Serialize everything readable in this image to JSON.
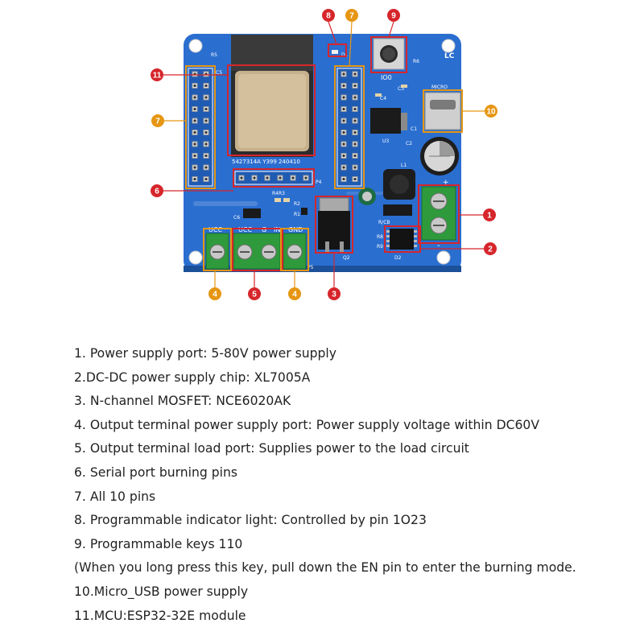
{
  "board": {
    "silkscreen": {
      "module_text": "5427314A Y399 240410",
      "ucc_left": "UCC",
      "ucc": "UCC",
      "g": "G",
      "in": "IN",
      "gnd": "GND",
      "io0": "IO0",
      "lc": "LC",
      "l1": "L1",
      "micro": "MICRO",
      "plus": "+",
      "minus": "-",
      "r5": "R5",
      "c5": "C5",
      "r6": "R6",
      "c3": "C3",
      "c4": "C4",
      "c1": "C1",
      "c2": "C2",
      "u3": "U3",
      "q2": "Q2",
      "p5": "P5",
      "r1": "R1",
      "r2": "R2",
      "r3": "R3",
      "r4": "R4",
      "d1": "D1",
      "c6": "C6",
      "r8": "R8",
      "r9": "R9",
      "d2": "D2",
      "p4": "P4",
      "rcb": "R/CB"
    },
    "colors": {
      "board": "#2a6ed0",
      "highlight": "#d6262b",
      "orange": "#e69613",
      "terminal": "#2e9a3c",
      "module": "#c7b08c"
    }
  },
  "markers": [
    "1",
    "2",
    "3",
    "4",
    "5",
    "6",
    "7",
    "8",
    "9",
    "10",
    "11",
    "4",
    "7"
  ],
  "legend": [
    "1. Power supply port: 5-80V power supply",
    "2.DC-DC power supply chip: XL7005A",
    "3. N-channel MOSFET: NCE6020AK",
    "4. Output terminal power supply port: Power supply voltage within DC60V",
    "5. Output terminal load port: Supplies power to the load circuit",
    "6. Serial port burning pins",
    "7. All 10 pins",
    "8. Programmable indicator light: Controlled by pin 1O23",
    "9. Programmable keys 110",
    "(When you long press this key, pull down the EN pin to enter the burning mode.",
    "10.Micro_USB power supply",
    "11.MCU:ESP32-32E module"
  ]
}
